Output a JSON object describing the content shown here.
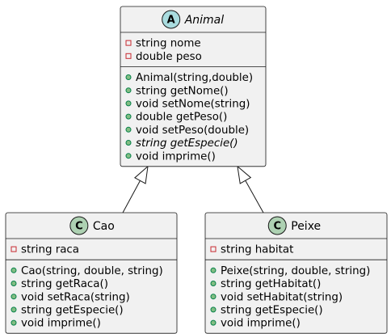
{
  "classes": [
    {
      "id": "animal",
      "name": "Animal",
      "stereo_letter": "A",
      "stereo_color": "#a9dcdf",
      "abstract": true,
      "fields": [
        {
          "vis": "private",
          "text": "string nome"
        },
        {
          "vis": "private",
          "text": "double peso"
        }
      ],
      "methods": [
        {
          "vis": "public",
          "text": "Animal(string,double)"
        },
        {
          "vis": "public",
          "text": "string getNome()"
        },
        {
          "vis": "public",
          "text": "void setNome(string)"
        },
        {
          "vis": "public",
          "text": "double getPeso()"
        },
        {
          "vis": "public",
          "text": "void setPeso(double)"
        },
        {
          "vis": "public",
          "text": "string getEspecie()",
          "italic": true
        },
        {
          "vis": "public",
          "text": "void imprime()"
        }
      ]
    },
    {
      "id": "cao",
      "name": "Cao",
      "stereo_letter": "C",
      "stereo_color": "#add1b2",
      "abstract": false,
      "fields": [
        {
          "vis": "private",
          "text": "string raca"
        }
      ],
      "methods": [
        {
          "vis": "public",
          "text": "Cao(string, double, string)"
        },
        {
          "vis": "public",
          "text": "string getRaca()"
        },
        {
          "vis": "public",
          "text": "void setRaca(string)"
        },
        {
          "vis": "public",
          "text": "string getEspecie()"
        },
        {
          "vis": "public",
          "text": "void imprime()"
        }
      ]
    },
    {
      "id": "peixe",
      "name": "Peixe",
      "stereo_letter": "C",
      "stereo_color": "#add1b2",
      "abstract": false,
      "fields": [
        {
          "vis": "private",
          "text": "string habitat"
        }
      ],
      "methods": [
        {
          "vis": "public",
          "text": "Peixe(string, double, string)"
        },
        {
          "vis": "public",
          "text": "string getHabitat()"
        },
        {
          "vis": "public",
          "text": "void setHabitat(string)"
        },
        {
          "vis": "public",
          "text": "string getEspecie()"
        },
        {
          "vis": "public",
          "text": "void imprime()"
        }
      ]
    }
  ],
  "relations": [
    {
      "type": "inheritance",
      "from": "cao",
      "to": "animal"
    },
    {
      "type": "inheritance",
      "from": "peixe",
      "to": "animal"
    }
  ],
  "colors": {
    "private_marker": "#c82930",
    "public_marker": "#84be84",
    "public_marker_stroke": "#038048",
    "box_fill": "#f1f1f1",
    "line": "#181818"
  }
}
